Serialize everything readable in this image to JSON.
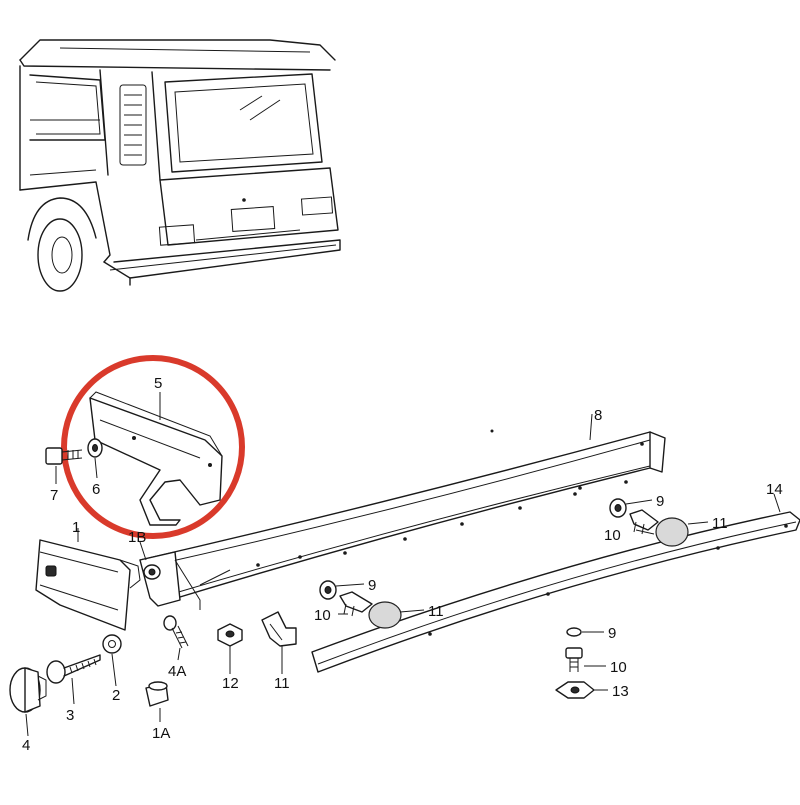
{
  "callouts": [
    {
      "id": "c1",
      "label": "1"
    },
    {
      "id": "c1A",
      "label": "1A"
    },
    {
      "id": "c1B",
      "label": "1B"
    },
    {
      "id": "c2",
      "label": "2"
    },
    {
      "id": "c3",
      "label": "3"
    },
    {
      "id": "c4",
      "label": "4"
    },
    {
      "id": "c4A",
      "label": "4A"
    },
    {
      "id": "c5",
      "label": "5"
    },
    {
      "id": "c6",
      "label": "6"
    },
    {
      "id": "c7",
      "label": "7"
    },
    {
      "id": "c8",
      "label": "8"
    },
    {
      "id": "c9a",
      "label": "9"
    },
    {
      "id": "c9b",
      "label": "9"
    },
    {
      "id": "c9c",
      "label": "9"
    },
    {
      "id": "c10a",
      "label": "10"
    },
    {
      "id": "c10b",
      "label": "10"
    },
    {
      "id": "c10c",
      "label": "10"
    },
    {
      "id": "c11a",
      "label": "11"
    },
    {
      "id": "c11b",
      "label": "11"
    },
    {
      "id": "c11c",
      "label": "11"
    },
    {
      "id": "c12",
      "label": "12"
    },
    {
      "id": "c13",
      "label": "13"
    },
    {
      "id": "c14",
      "label": "14"
    }
  ],
  "highlight": {
    "color": "#d93a2b",
    "target": "5"
  },
  "colors": {
    "line": "#1a1a1a",
    "background": "#ffffff"
  }
}
